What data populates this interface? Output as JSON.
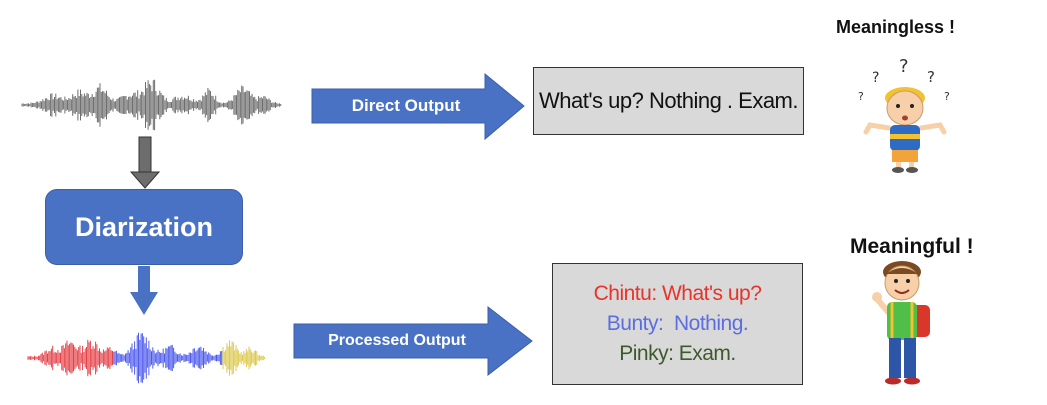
{
  "diarization": {
    "label": "Diarization"
  },
  "direct_arrow": {
    "label": "Direct Output"
  },
  "processed_arrow": {
    "label": "Processed Output"
  },
  "direct_box": {
    "text": "What's up? Nothing . Exam."
  },
  "processed_box": {
    "lines": [
      {
        "text": "Chintu: What's up?",
        "color": "#e8332a"
      },
      {
        "text": "Bunty:  Nothing.",
        "color": "#5a6ee0"
      },
      {
        "text": "Pinky: Exam.",
        "color": "#3e5a2c"
      }
    ]
  },
  "captions": {
    "top": "Meaningless !",
    "bottom": "Meaningful !"
  },
  "colors": {
    "arrow_blue": "#4a72c4",
    "speaker_red": "#e0222a",
    "speaker_blue": "#2f3ee8",
    "speaker_yellow": "#d8c030",
    "wave_gray": "#555555"
  },
  "icons": {
    "confused_boy": "confused-boy-icon",
    "happy_boy": "happy-boy-icon"
  }
}
